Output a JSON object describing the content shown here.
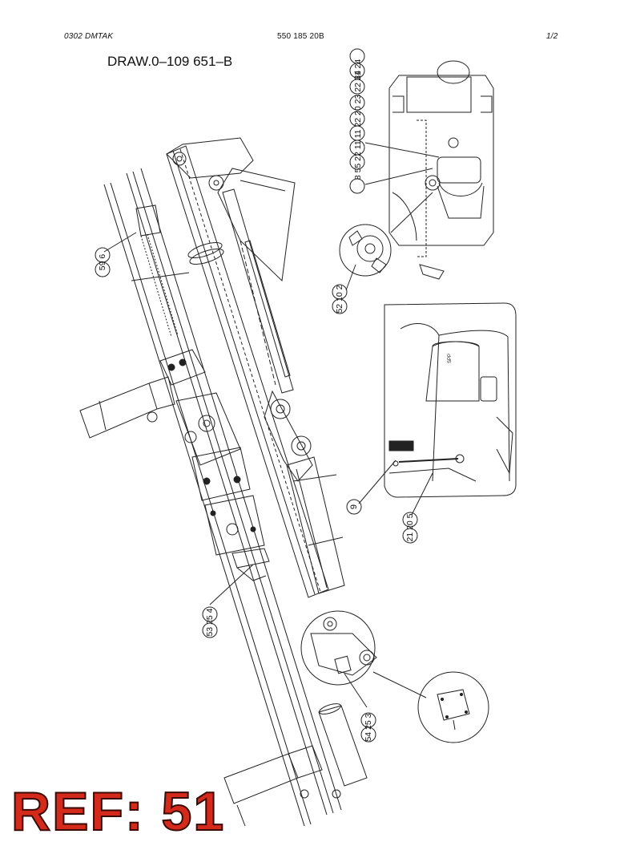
{
  "header": {
    "left": "0302   DMTAK",
    "center": "550 185 20B",
    "right": "1/2"
  },
  "drawing_number": "DRAW.0–109 651–B",
  "callouts": {
    "top_stack": [
      "24",
      "51",
      "22",
      "23",
      "20",
      "22",
      "11",
      "11",
      "22",
      "55",
      "8"
    ],
    "c_596": "59 6",
    "c_52102": "52 10 2",
    "c_9": "9",
    "c_21205": "21 20 5",
    "c_53254": "53 25 4",
    "c_54253": "54 25 3"
  },
  "labels": {
    "spp": "SPP"
  },
  "watermark": "REF: 51",
  "colors": {
    "line": "#222222",
    "watermark_fill": "#d42a1c",
    "watermark_stroke": "#3a0a05"
  }
}
